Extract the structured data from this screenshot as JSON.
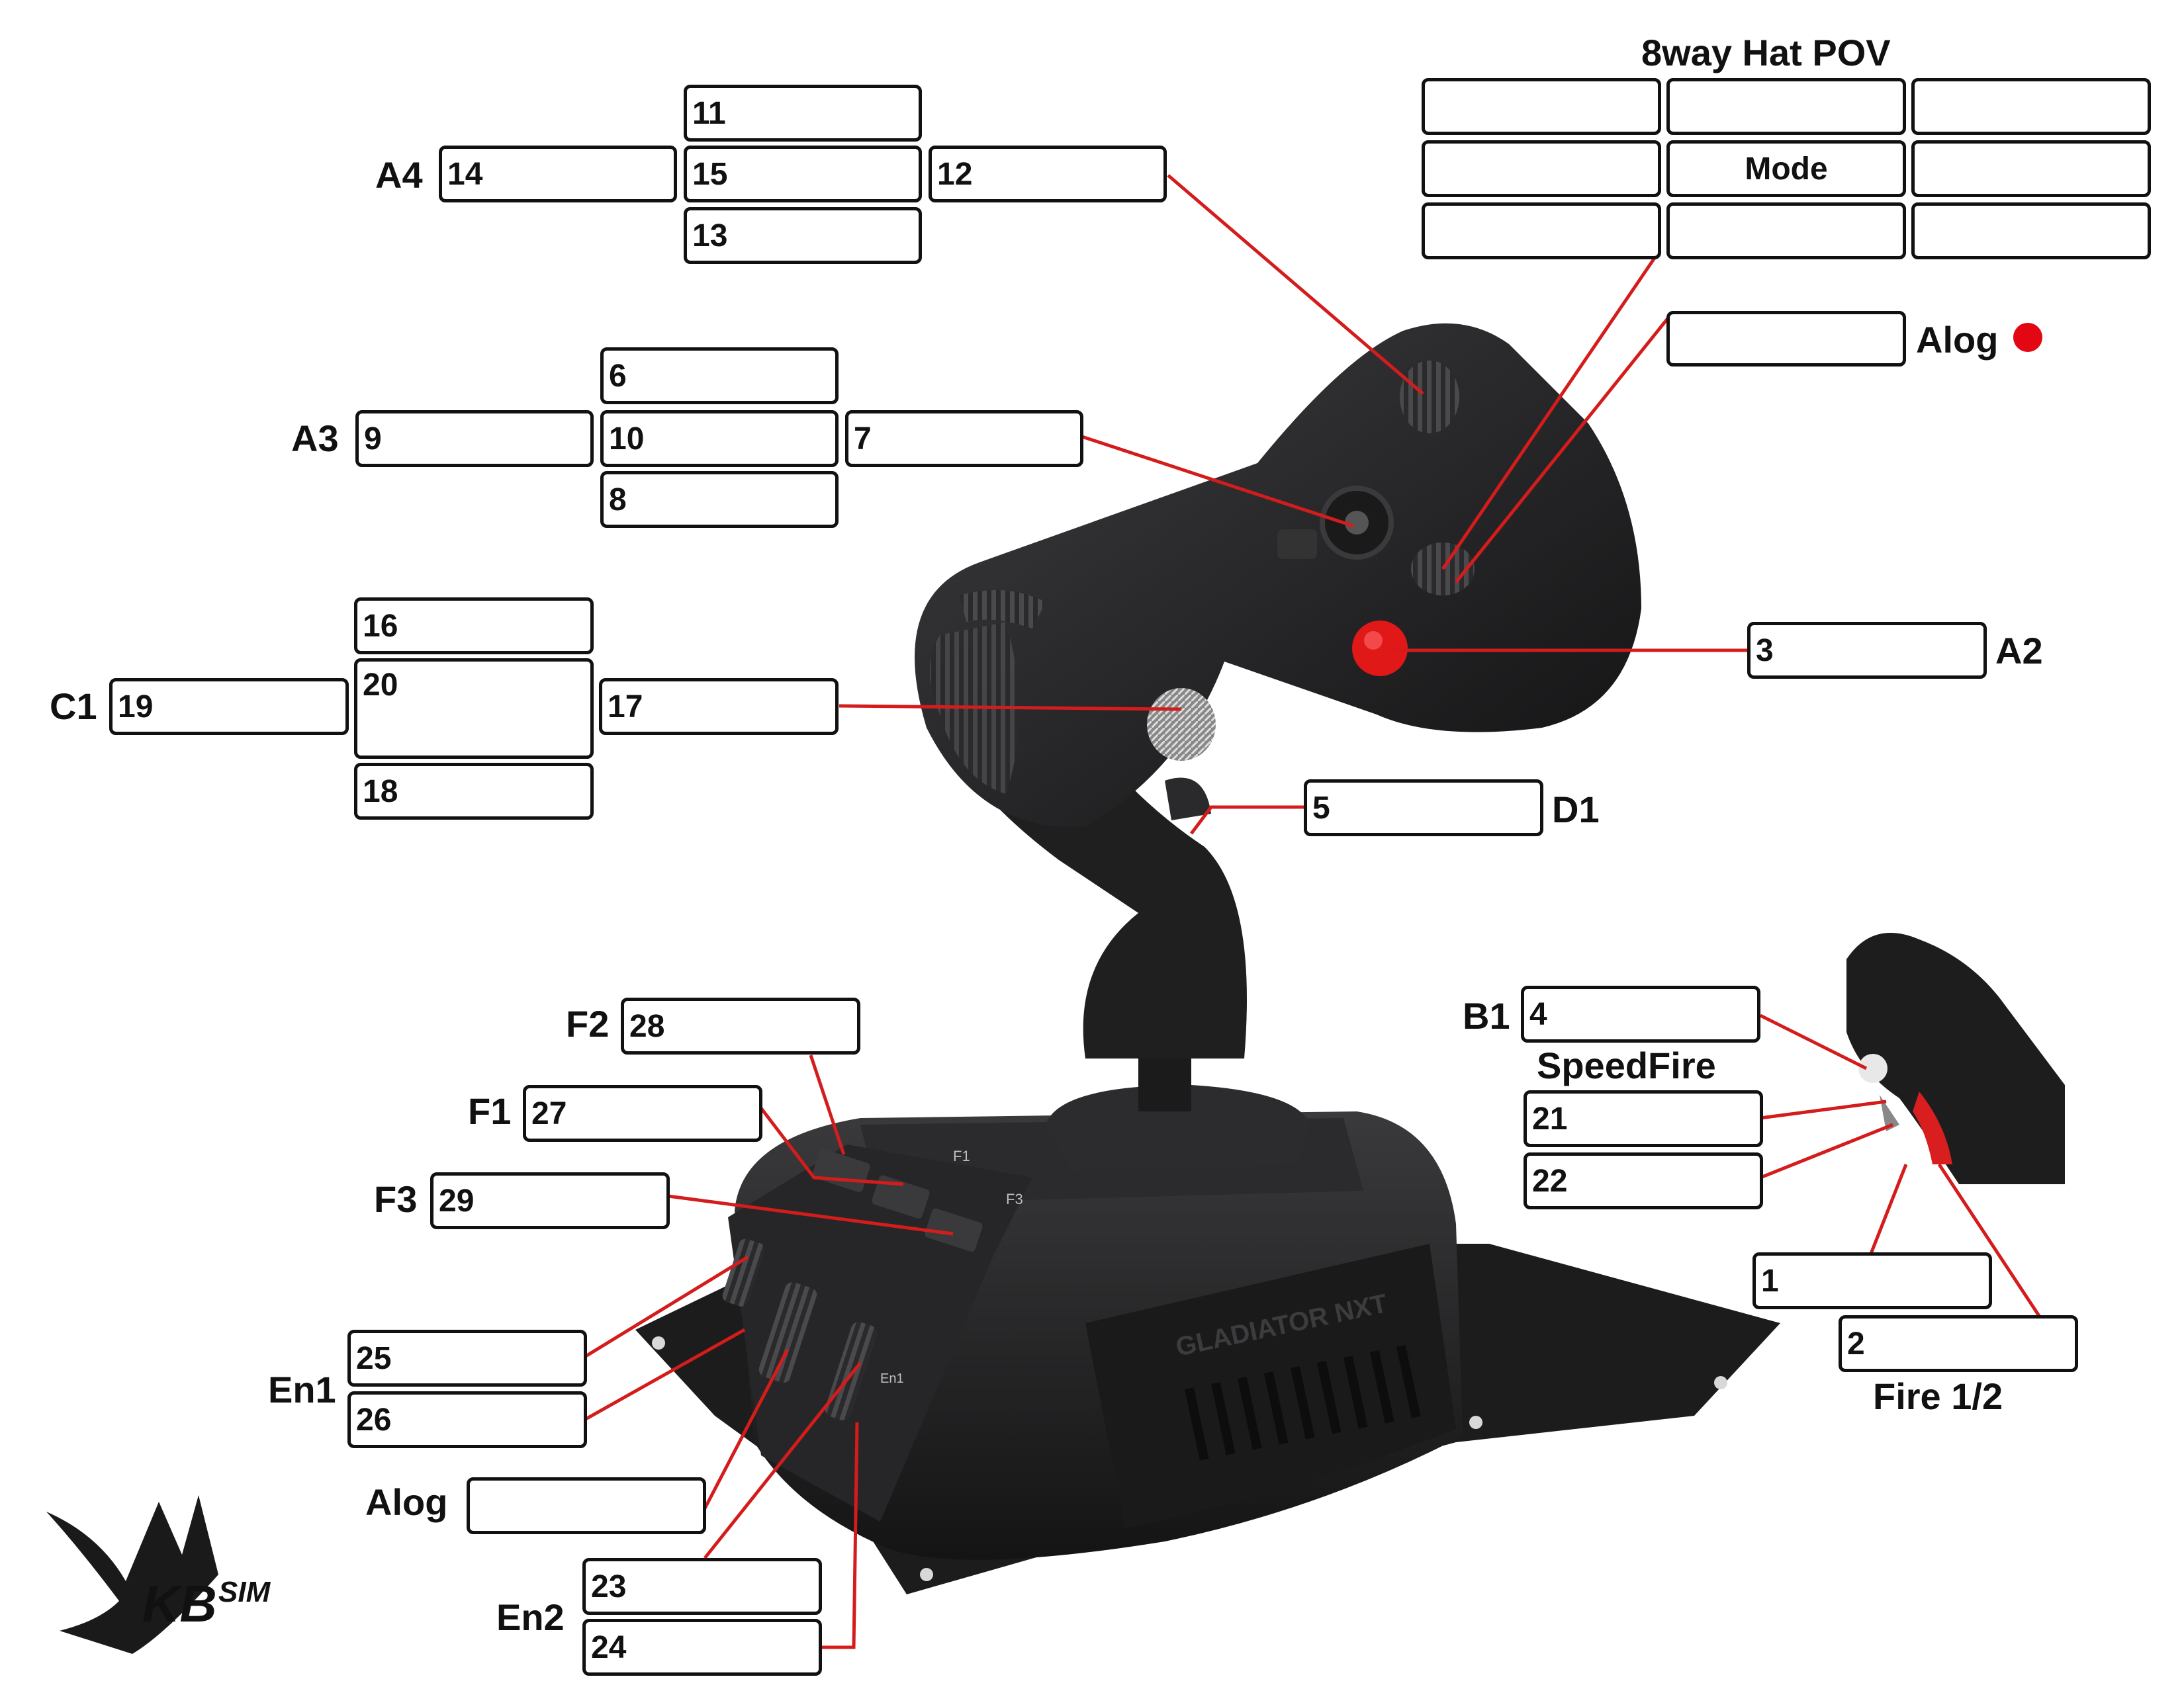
{
  "colors": {
    "line": "#d41c1c",
    "indicator": "#e30613",
    "box_border": "#111111"
  },
  "hat": {
    "title": "8way Hat POV",
    "grid": [
      [
        "",
        "",
        ""
      ],
      [
        "",
        "Mode",
        ""
      ],
      [
        "",
        "",
        ""
      ]
    ]
  },
  "alog_top": {
    "label": "Alog",
    "value": ""
  },
  "a4": {
    "label": "A4",
    "up": "11",
    "left": "14",
    "center": "15",
    "right": "12",
    "down": "13"
  },
  "a3": {
    "label": "A3",
    "up": "6",
    "left": "9",
    "center": "10",
    "right": "7",
    "down": "8"
  },
  "c1": {
    "label": "C1",
    "up": "16",
    "left": "19",
    "center": "20",
    "right": "17",
    "down": "18"
  },
  "a2": {
    "label": "A2",
    "value": "3"
  },
  "d1": {
    "label": "D1",
    "value": "5"
  },
  "f2": {
    "label": "F2",
    "value": "28"
  },
  "f1": {
    "label": "F1",
    "value": "27"
  },
  "f3": {
    "label": "F3",
    "value": "29"
  },
  "en1": {
    "label": "En1",
    "values": [
      "25",
      "26"
    ]
  },
  "alog_bottom": {
    "label": "Alog",
    "value": ""
  },
  "en2": {
    "label": "En2",
    "values": [
      "23",
      "24"
    ]
  },
  "b1": {
    "label": "B1",
    "value": "4",
    "caption": "SpeedFire"
  },
  "speedfire": {
    "values": [
      "21",
      "22"
    ]
  },
  "fire": {
    "values": [
      "1",
      "2"
    ],
    "caption": "Fire 1/2"
  },
  "device": {
    "brand_text": "GLADIATOR NXT",
    "button_marks": [
      "F1",
      "F3",
      "En1"
    ]
  },
  "logo": {
    "text": "KB",
    "sub": "SIM"
  }
}
